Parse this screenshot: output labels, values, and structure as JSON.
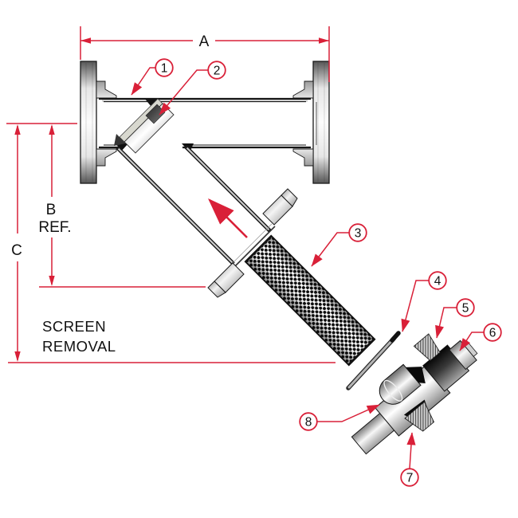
{
  "diagram": {
    "type": "exploded-technical-diagram",
    "subject": "y-strainer-screen-removal",
    "colors": {
      "annotation_red": "#d92038",
      "line_black": "#1a1a1a",
      "background": "#ffffff"
    },
    "dimensions": {
      "a": "A",
      "b": "B",
      "b_ref": "REF.",
      "c": "C"
    },
    "notes": {
      "screen_removal": [
        "SCREEN",
        "REMOVAL"
      ]
    },
    "callouts": [
      "1",
      "2",
      "3",
      "4",
      "5",
      "6",
      "7",
      "8"
    ]
  }
}
